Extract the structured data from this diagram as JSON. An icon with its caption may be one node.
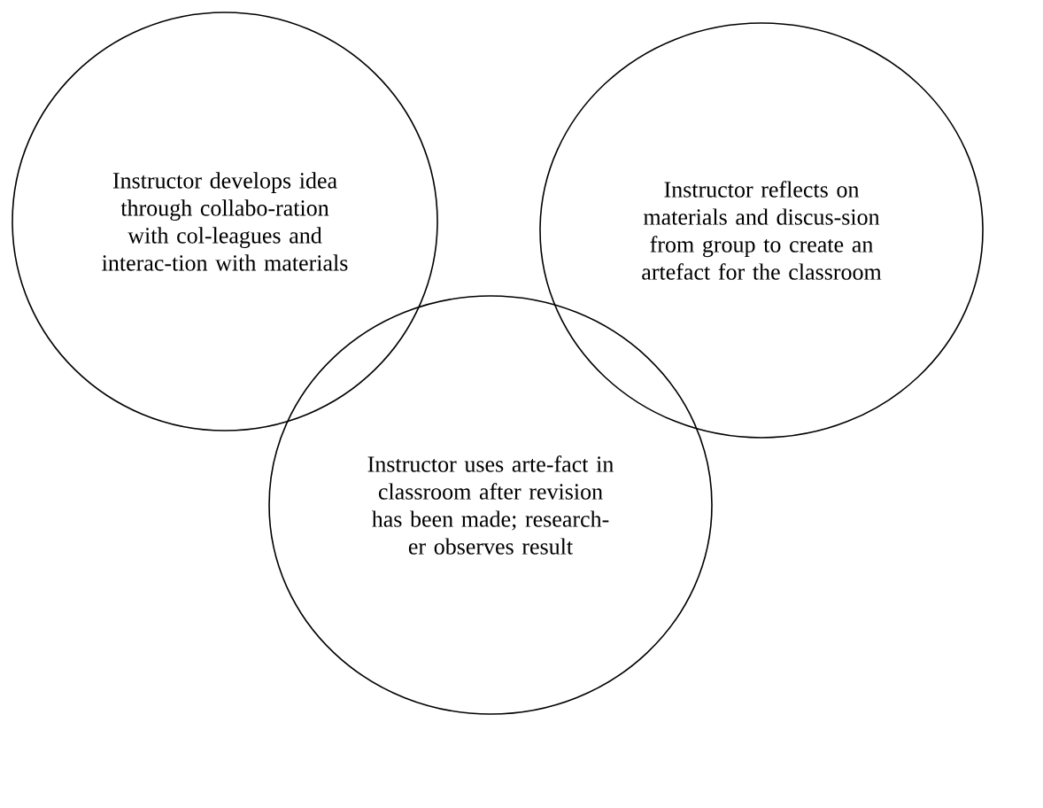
{
  "diagram": {
    "nodes": [
      {
        "text": [
          "Instructor develops idea through collabo-ration with col-leagues and interac-tion with materials"
        ]
      },
      {
        "text": [
          "Instructor reflects on materials and discus-sion from group to create an artefact for the classroom"
        ]
      },
      {
        "text": [
          "Instructor uses arte-fact in classroom after revision has been made; research-er observes result"
        ]
      }
    ]
  }
}
